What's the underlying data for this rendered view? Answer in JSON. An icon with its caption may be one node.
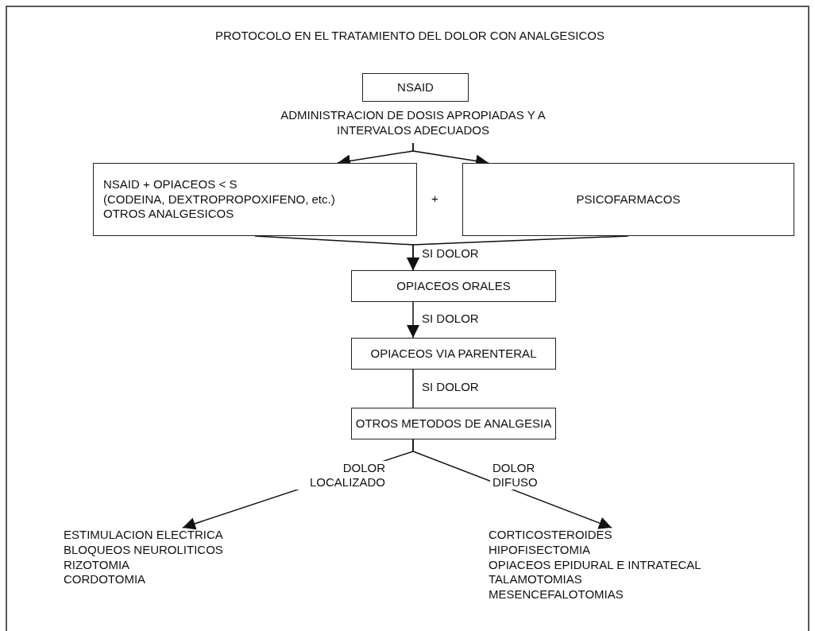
{
  "diagram": {
    "title": "PROTOCOLO EN EL TRATAMIENTO DEL DOLOR CON ANALGESICOS",
    "nodes": [
      {
        "text": [
          "NSAID"
        ]
      },
      {
        "text": [
          "ADMINISTRACION DE DOSIS APROPIADAS Y A INTERVALOS ADECUADOS"
        ]
      },
      {
        "text": [
          "NSAID + OPIACEOS < S",
          "(CODEINA, DEXTROPROPOXIFENO, etc.)",
          "OTROS ANALGESICOS"
        ]
      },
      {
        "text": [
          "PSICOFARMACOS"
        ]
      },
      {
        "text": [
          "OPIACEOS ORALES"
        ]
      },
      {
        "text": [
          "OPIACEOS VIA PARENTERAL"
        ]
      },
      {
        "text": [
          "OTROS METODOS DE ANALGESIA"
        ]
      },
      {
        "text": [
          "ESTIMULACION ELECTRICA",
          "BLOQUEOS NEUROLITICOS",
          "RIZOTOMIA",
          "CORDOTOMIA"
        ]
      },
      {
        "text": [
          "CORTICOSTEROIDES",
          "HIPOFISECTOMIA",
          "OPIACEOS EPIDURAL E INTRATECAL",
          "TALAMOTOMIAS",
          "MESENCEFALOTOMIAS"
        ]
      }
    ],
    "edges": [
      {
        "from": 1,
        "to": 2,
        "arrow": "to"
      },
      {
        "from": 1,
        "to": 3,
        "arrow": "to"
      },
      {
        "from": 2,
        "to": 4,
        "arrow": "to",
        "label": "SI DOLOR"
      },
      {
        "from": 3,
        "to": 4,
        "arrow": "to"
      },
      {
        "from": 4,
        "to": 5,
        "arrow": "to",
        "label": "SI DOLOR"
      },
      {
        "from": 5,
        "to": 6,
        "arrow": "none",
        "label": "SI DOLOR"
      },
      {
        "from": 6,
        "to": 7,
        "arrow": "to",
        "label": "DOLOR LOCALIZADO"
      },
      {
        "from": 6,
        "to": 8,
        "arrow": "to",
        "label": "DOLOR DIFUSO"
      }
    ],
    "labels": [
      "+"
    ]
  }
}
